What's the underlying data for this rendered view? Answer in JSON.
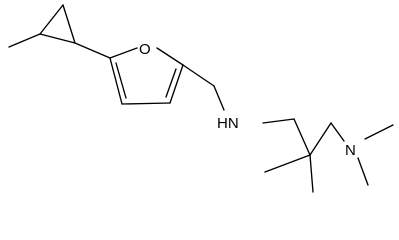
{
  "molecule": {
    "atoms": {
      "oxygen": "O",
      "amine_nh": "HN",
      "amine_n": "N"
    },
    "colors": {
      "bond": "#000000",
      "label": "#000000",
      "background": "#ffffff"
    }
  }
}
